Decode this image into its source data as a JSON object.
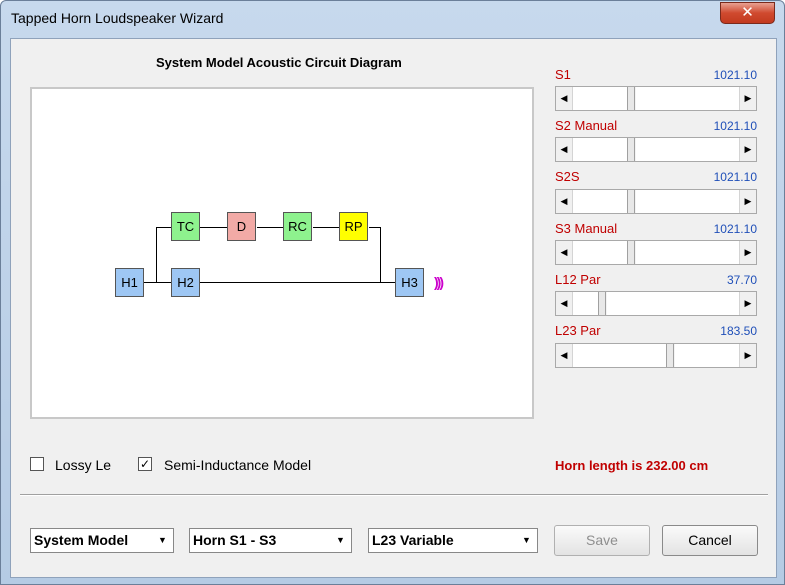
{
  "window": {
    "title": "Tapped Horn Loudspeaker Wizard",
    "close_glyph": "✕"
  },
  "diagram": {
    "title": "System Model Acoustic Circuit Diagram",
    "nodes": {
      "h1": "H1",
      "h2": "H2",
      "h3": "H3",
      "tc": "TC",
      "d": "D",
      "rc": "RC",
      "rp": "RP"
    },
    "radiate_glyph": ")))"
  },
  "sliders": [
    {
      "label": "S1",
      "value": "1021.10"
    },
    {
      "label": "S2 Manual",
      "value": "1021.10"
    },
    {
      "label": "S2S",
      "value": "1021.10"
    },
    {
      "label": "S3 Manual",
      "value": "1021.10"
    },
    {
      "label": "L12 Par",
      "value": "37.70"
    },
    {
      "label": "L23 Par",
      "value": "183.50"
    }
  ],
  "options": {
    "lossy_le": {
      "label": "Lossy Le",
      "checked": false
    },
    "semi_inductance": {
      "label": "Semi-Inductance Model",
      "checked": true,
      "mark": "✓"
    }
  },
  "status": {
    "horn_length": "Horn length is 232.00 cm"
  },
  "bottom": {
    "model_select": "System Model",
    "horn_select": "Horn S1 - S3",
    "variable_select": "L23 Variable",
    "save_label": "Save",
    "cancel_label": "Cancel"
  },
  "icons": {
    "arrow_left": "◀",
    "arrow_right": "▶",
    "dropdown": "▼"
  },
  "colors": {
    "label_red": "#c00000",
    "value_blue": "#1f4fb8",
    "node_blue": "#9ec7f4",
    "node_green": "#8ef28e",
    "node_pink": "#f2aaa6",
    "node_yellow": "#ffff00",
    "radiate_magenta": "#cc00cc"
  }
}
